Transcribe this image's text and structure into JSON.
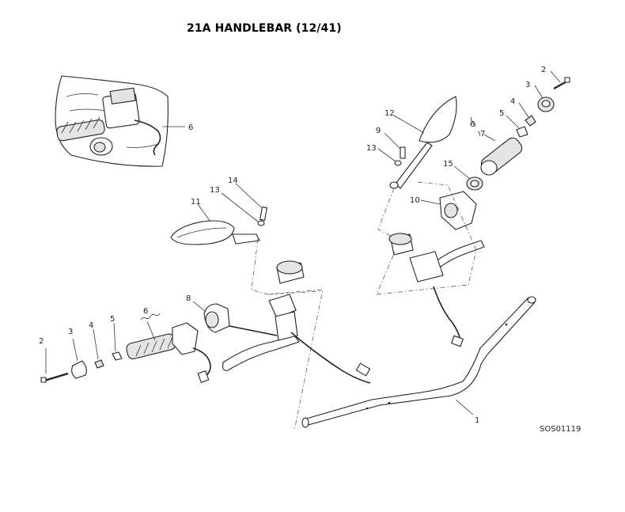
{
  "title": "21A HANDLEBAR (12/41)",
  "drawing_code": "SOS01119",
  "callouts": {
    "n1": "1",
    "n2a": "2",
    "n3a": "3",
    "n4a": "4",
    "n5a": "5",
    "n6a": "6",
    "n8": "8",
    "n11": "11",
    "n13a": "13",
    "n14": "14",
    "n6inset": "6",
    "n2b": "2",
    "n3b": "3",
    "n4b": "4",
    "n5b": "5",
    "n6b": "6",
    "n7": "7",
    "n9": "9",
    "n10": "10",
    "n12": "12",
    "n13b": "13",
    "n15": "15"
  }
}
